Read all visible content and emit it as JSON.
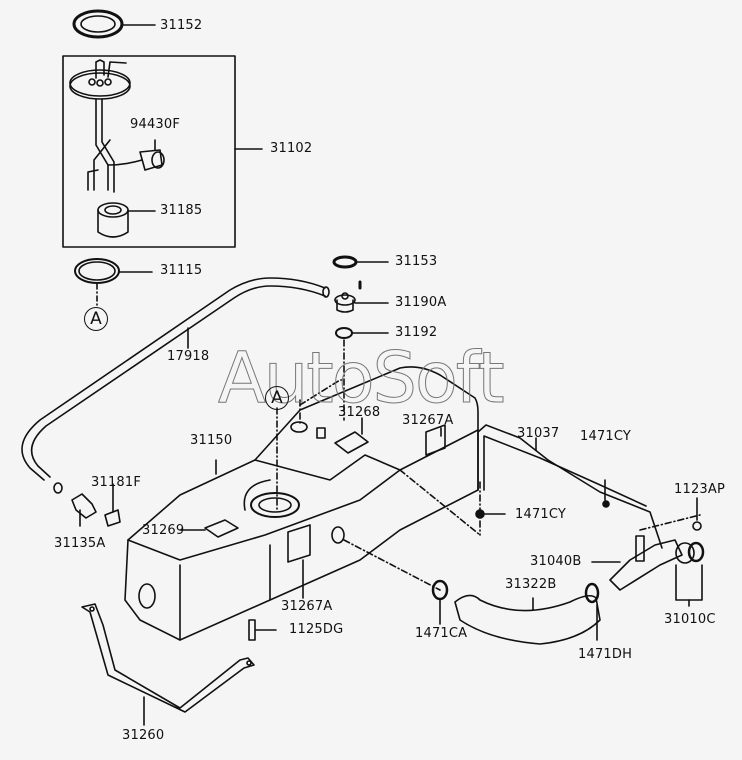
{
  "watermark": "AutoSoft",
  "reference_marker": "A",
  "parts": {
    "p31152": "31152",
    "p31102": "31102",
    "p94430F": "94430F",
    "p31185": "31185",
    "p31115": "31115",
    "p31153": "31153",
    "p31190A": "31190A",
    "p31192": "31192",
    "p17918": "17918",
    "p31150": "31150",
    "p31268": "31268",
    "p31267A_top": "31267A",
    "p31037": "31037",
    "p1471CY_top": "1471CY",
    "p1123AP": "1123AP",
    "p1471CY_mid": "1471CY",
    "p31181F": "31181F",
    "p31135A": "31135A",
    "p31269": "31269",
    "p31040B": "31040B",
    "p31322B": "31322B",
    "p31267A_bottom": "31267A",
    "p1125DG": "1125DG",
    "p1471CA": "1471CA",
    "p1471DH": "1471DH",
    "p31010C": "31010C",
    "p31260": "31260"
  }
}
